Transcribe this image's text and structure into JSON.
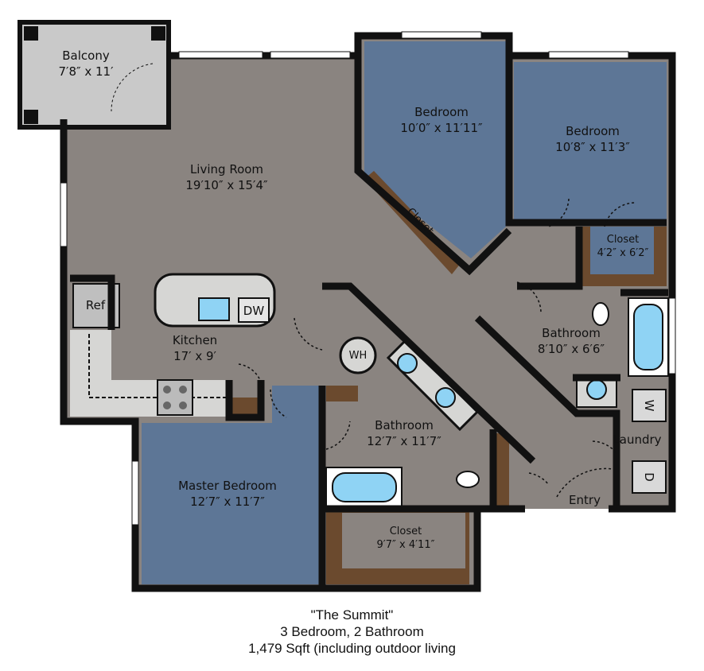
{
  "rooms": {
    "balcony": {
      "name": "Balcony",
      "size": "7′8″ x 11′"
    },
    "living_room": {
      "name": "Living Room",
      "size": "19′10″ x 15′4″"
    },
    "bedroom_1": {
      "name": "Bedroom",
      "size": "10′0″ x 11′11″"
    },
    "bedroom_2": {
      "name": "Bedroom",
      "size": "10′8″ x 11′3″"
    },
    "closet_bedroom_1": {
      "name": "Closet"
    },
    "closet_bedroom_2": {
      "name": "Closet",
      "size": "4′2″ x 6′2″"
    },
    "bathroom_2": {
      "name": "Bathroom",
      "size": "8′10″ x 6′6″"
    },
    "kitchen": {
      "name": "Kitchen",
      "size": "17′ x 9′"
    },
    "bathroom_master": {
      "name": "Bathroom",
      "size": "12′7″ x 11′7″"
    },
    "master_bedroom": {
      "name": "Master Bedroom",
      "size": "12′7″ x 11′7″"
    },
    "closet_master": {
      "name": "Closet",
      "size": "9′7″ x 4′11″"
    },
    "laundry": {
      "name": "Laundry"
    },
    "entry": {
      "name": "Entry"
    }
  },
  "fixtures": {
    "ref": "Ref",
    "dw": "DW",
    "wh": "WH",
    "washer": "W",
    "dryer": "D"
  },
  "caption": {
    "title": "\"The Summit\"",
    "beds_baths": "3 Bedroom, 2 Bathroom",
    "area": "1,479 Sqft (including outdoor living"
  },
  "colors": {
    "floor": "#8a8480",
    "carpet": "#5d7696",
    "balcony": "#c9c9c9",
    "wall": "#111111",
    "closet_wood": "#6b4a2e",
    "water": "#8fd3f4",
    "counter": "#d6d6d4"
  }
}
